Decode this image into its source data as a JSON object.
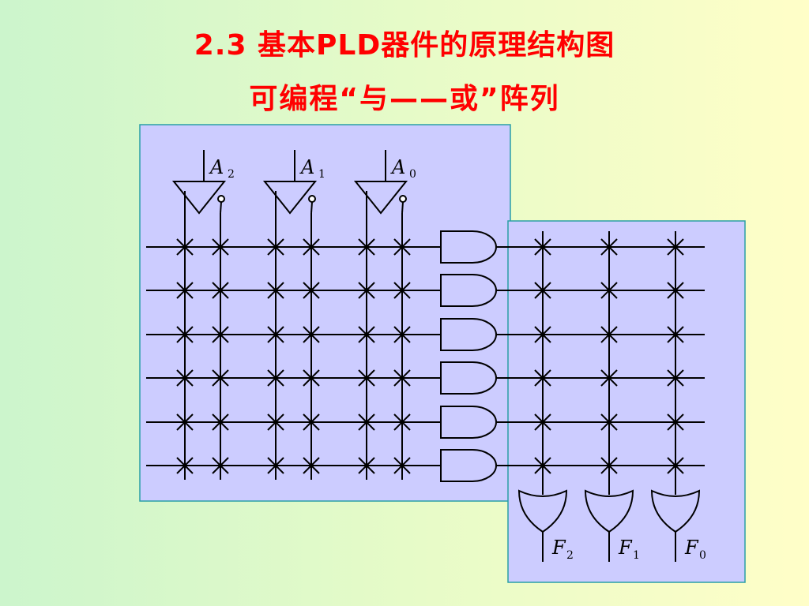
{
  "slide": {
    "title": "2.3 基本PLD器件的原理结构图",
    "subtitle": "可编程“与——或”阵列"
  },
  "diagram": {
    "inputs": [
      {
        "letter": "A",
        "sub": "2"
      },
      {
        "letter": "A",
        "sub": "1"
      },
      {
        "letter": "A",
        "sub": "0"
      }
    ],
    "outputs": [
      {
        "letter": "F",
        "sub": "2"
      },
      {
        "letter": "F",
        "sub": "1"
      },
      {
        "letter": "F",
        "sub": "0"
      }
    ],
    "and_gate_count": 6,
    "or_gate_count": 3,
    "colors": {
      "title": "#ff0000",
      "panel": "#ccccff",
      "panel_border": "#2a9fa6",
      "lines": "#000000"
    }
  }
}
